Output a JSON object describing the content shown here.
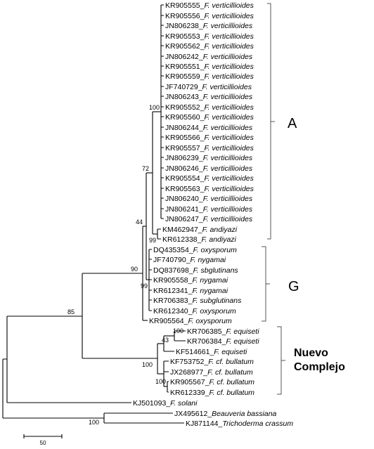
{
  "taxa": [
    {
      "acc": "KR905555",
      "sp": "F. verticillioides"
    },
    {
      "acc": "KR905556",
      "sp": "F. verticillioides"
    },
    {
      "acc": "JN806238",
      "sp": "F. verticillioides"
    },
    {
      "acc": "KR905553",
      "sp": "F. verticillioides"
    },
    {
      "acc": "KR905562",
      "sp": "F. verticillioides"
    },
    {
      "acc": "JN806242",
      "sp": "F. verticillioides"
    },
    {
      "acc": "KR905551",
      "sp": "F. verticillioides"
    },
    {
      "acc": "KR905559",
      "sp": "F. verticillioides"
    },
    {
      "acc": "JF740729",
      "sp": "F. verticillioides"
    },
    {
      "acc": "JN806243",
      "sp": "F. verticillioides"
    },
    {
      "acc": "KR905552",
      "sp": "F. verticillioides"
    },
    {
      "acc": "KR905560",
      "sp": "F. verticillioides"
    },
    {
      "acc": "JN806244",
      "sp": "F. verticillioides"
    },
    {
      "acc": "KR905566",
      "sp": "F. verticillioides"
    },
    {
      "acc": "KR905557",
      "sp": "F. verticillioides"
    },
    {
      "acc": "JN806239",
      "sp": "F. verticillioides"
    },
    {
      "acc": "JN806246",
      "sp": "F. verticillioides"
    },
    {
      "acc": "KR905554",
      "sp": "F. verticillioides"
    },
    {
      "acc": "KR905563",
      "sp": "F. verticillioides"
    },
    {
      "acc": "JN806240",
      "sp": "F. verticillioides"
    },
    {
      "acc": "JN806241",
      "sp": "F. verticillioides"
    },
    {
      "acc": "JN806247",
      "sp": "F. verticillioides"
    },
    {
      "acc": "KM462947",
      "sp": "F. andiyazi"
    },
    {
      "acc": "KR612338",
      "sp": "F. andiyazi"
    },
    {
      "acc": "DQ435354",
      "sp": "F. oxysporum"
    },
    {
      "acc": "JF740790",
      "sp": "F. nygamai"
    },
    {
      "acc": "DQ837698",
      "sp": "F. sbglutinans"
    },
    {
      "acc": "KR905558",
      "sp": "F. nygamai"
    },
    {
      "acc": "KR612341",
      "sp": "F. nygamai"
    },
    {
      "acc": "KR706383",
      "sp": "F. subglutinans"
    },
    {
      "acc": "KR612340",
      "sp": "F. oxysporum"
    },
    {
      "acc": "KR905564",
      "sp": "F. oxysporum"
    },
    {
      "acc": "KR706385",
      "sp": "F. equiseti"
    },
    {
      "acc": "KR706384",
      "sp": "F. equiseti"
    },
    {
      "acc": "KF514661",
      "sp": "F. equiseti"
    },
    {
      "acc": "KF753752",
      "sp": "F. cf. bullatum"
    },
    {
      "acc": "JX268977",
      "sp": "F. cf. bullatum"
    },
    {
      "acc": "KR905567",
      "sp": "F. cf. bullatum"
    },
    {
      "acc": "KR612339",
      "sp": "F. cf. bullatum"
    },
    {
      "acc": "KJ501093",
      "sp": "F. solani"
    },
    {
      "acc": "JX495612",
      "sp": "Beauveria bassiana"
    },
    {
      "acc": "KJ871144",
      "sp": "Trichoderma crassum"
    }
  ],
  "bootstrap": {
    "b100_verticillioides": "100",
    "b72": "72",
    "b44": "44",
    "b99_andiyazi": "99",
    "b90": "90",
    "b99_g": "99",
    "b85": "85",
    "b100_equiseti": "100",
    "b43": "43",
    "b100_bullatum_outer": "100",
    "b100_bullatum_inner": "100",
    "b100_root": "100"
  },
  "clades": {
    "a": "A",
    "g": "G",
    "nc_line1": "Nuevo",
    "nc_line2": "Complejo"
  },
  "scale": {
    "label": "50"
  }
}
